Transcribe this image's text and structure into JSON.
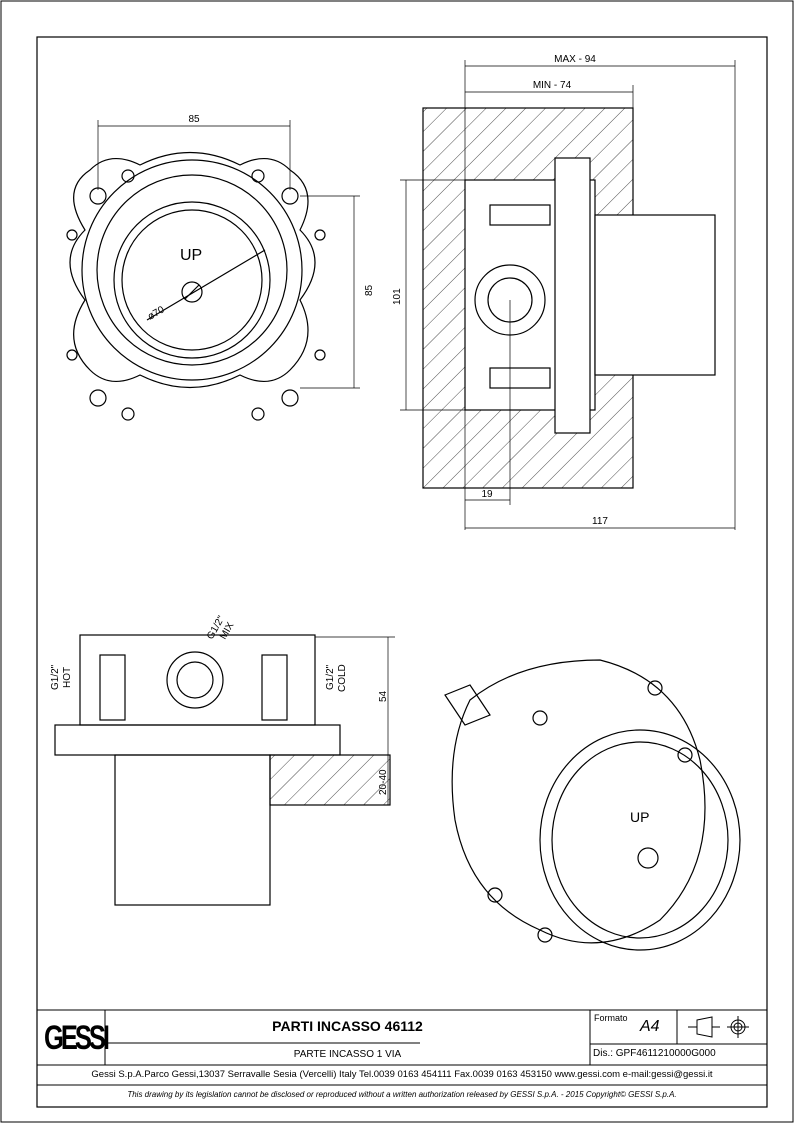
{
  "drawing": {
    "front_view": {
      "width_dim": "85",
      "height_dim": "85",
      "diameter": "ø70",
      "up_label": "UP"
    },
    "side_view": {
      "max_dim": "MAX - 94",
      "min_dim": "MIN - 74",
      "height_dim": "101",
      "offset_dim": "19",
      "length_dim": "117"
    },
    "bottom_view": {
      "mix_label_1": "G1/2\"",
      "mix_label_2": "MIX",
      "hot_label_1": "G1/2\"",
      "hot_label_2": "HOT",
      "cold_label_1": "G1/2\"",
      "cold_label_2": "COLD",
      "height_dim": "54",
      "depth_dim": "20-40"
    },
    "iso_view": {
      "up_label": "UP"
    }
  },
  "title_block": {
    "logo": "GESSI",
    "title": "PARTI INCASSO 46112",
    "subtitle": "PARTE INCASSO 1 VIA",
    "format_label": "Formato",
    "format_value": "A4",
    "drawing_number": "Dis.: GPF4611210000G000",
    "address": "Gessi S.p.A.Parco Gessi,13037 Serravalle Sesia (Vercelli) Italy Tel.0039 0163 454111 Fax.0039 0163 453150 www.gessi.com e-mail:gessi@gessi.it",
    "copyright": "This drawing by its legislation cannot be disclosed or reproduced without a written authorization released by GESSI S.p.A. - 2015 Copyright© GESSI S.p.A."
  }
}
